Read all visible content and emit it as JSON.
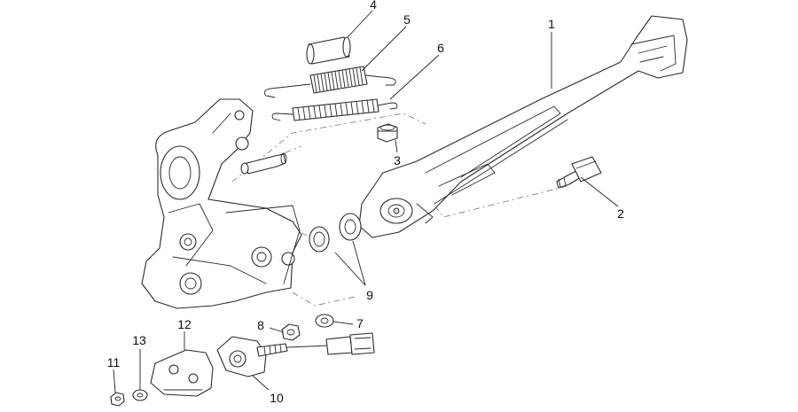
{
  "diagram": {
    "callouts": [
      {
        "id": "1",
        "label": "1"
      },
      {
        "id": "2",
        "label": "2"
      },
      {
        "id": "3",
        "label": "3"
      },
      {
        "id": "4",
        "label": "4"
      },
      {
        "id": "5",
        "label": "5"
      },
      {
        "id": "6",
        "label": "6"
      },
      {
        "id": "7",
        "label": "7"
      },
      {
        "id": "8",
        "label": "8"
      },
      {
        "id": "9",
        "label": "9"
      },
      {
        "id": "10",
        "label": "10"
      },
      {
        "id": "11",
        "label": "11"
      },
      {
        "id": "12",
        "label": "12"
      },
      {
        "id": "13",
        "label": "13"
      }
    ],
    "parts": [
      "side-stand",
      "pivot-bolt",
      "flange-nut",
      "bushing",
      "spring-inner",
      "spring-outer",
      "washer",
      "nut",
      "washer-pair",
      "side-stand-switch",
      "nut-small",
      "switch-bracket",
      "washer-small",
      "mounting-bracket"
    ]
  }
}
